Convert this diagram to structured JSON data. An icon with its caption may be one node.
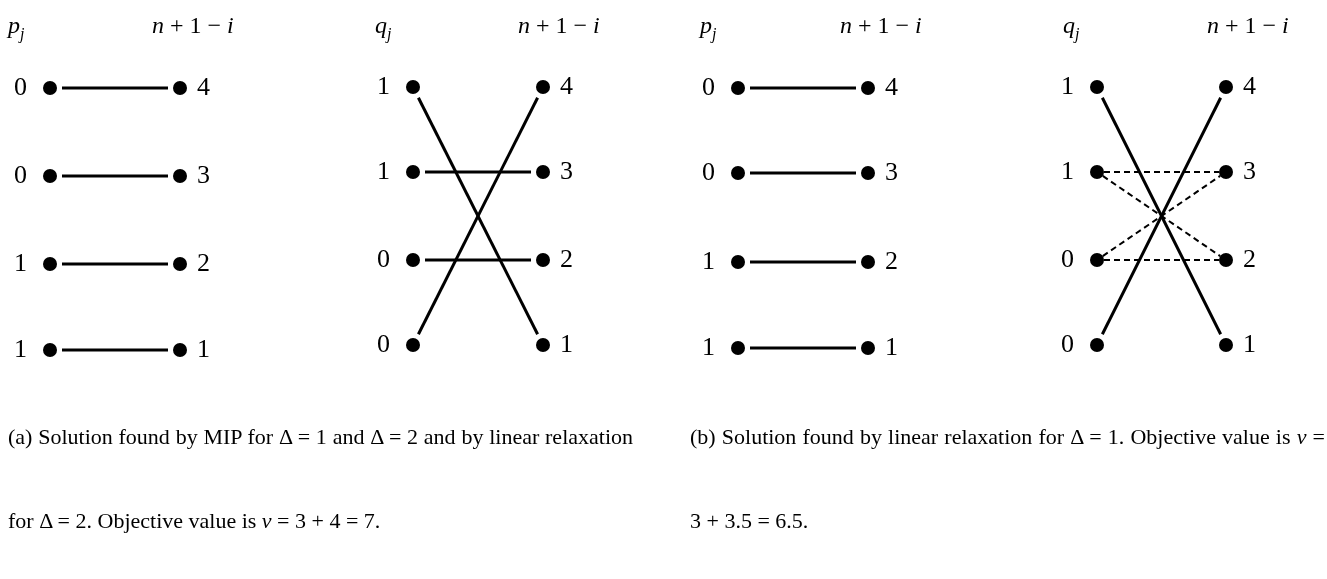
{
  "diagram": {
    "nodes": [
      {
        "text": [],
        "shape": "circle",
        "beside": [
          "0"
        ]
      },
      {
        "text": [],
        "shape": "circle",
        "beside": [
          "0"
        ]
      },
      {
        "text": [],
        "shape": "circle",
        "beside": [
          "1"
        ]
      },
      {
        "text": [],
        "shape": "circle",
        "beside": [
          "1"
        ]
      },
      {
        "text": [],
        "shape": "circle",
        "beside": [
          "4"
        ]
      },
      {
        "text": [],
        "shape": "circle",
        "beside": [
          "3"
        ]
      },
      {
        "text": [],
        "shape": "circle",
        "beside": [
          "2"
        ]
      },
      {
        "text": [],
        "shape": "circle",
        "beside": [
          "1"
        ]
      },
      {
        "text": [],
        "shape": "circle",
        "beside": [
          "1"
        ]
      },
      {
        "text": [],
        "shape": "circle",
        "beside": [
          "1"
        ]
      },
      {
        "text": [],
        "shape": "circle",
        "beside": [
          "0"
        ]
      },
      {
        "text": [],
        "shape": "circle",
        "beside": [
          "0"
        ]
      },
      {
        "text": [],
        "shape": "circle",
        "beside": [
          "4"
        ]
      },
      {
        "text": [],
        "shape": "circle",
        "beside": [
          "3"
        ]
      },
      {
        "text": [],
        "shape": "circle",
        "beside": [
          "2"
        ]
      },
      {
        "text": [],
        "shape": "circle",
        "beside": [
          "1"
        ]
      },
      {
        "text": [],
        "shape": "circle",
        "beside": [
          "0"
        ]
      },
      {
        "text": [],
        "shape": "circle",
        "beside": [
          "0"
        ]
      },
      {
        "text": [],
        "shape": "circle",
        "beside": [
          "1"
        ]
      },
      {
        "text": [],
        "shape": "circle",
        "beside": [
          "1"
        ]
      },
      {
        "text": [],
        "shape": "circle",
        "beside": [
          "4"
        ]
      },
      {
        "text": [],
        "shape": "circle",
        "beside": [
          "3"
        ]
      },
      {
        "text": [],
        "shape": "circle",
        "beside": [
          "2"
        ]
      },
      {
        "text": [],
        "shape": "circle",
        "beside": [
          "1"
        ]
      },
      {
        "text": [],
        "shape": "circle",
        "beside": [
          "1"
        ]
      },
      {
        "text": [],
        "shape": "circle",
        "beside": [
          "1"
        ]
      },
      {
        "text": [],
        "shape": "circle",
        "beside": [
          "0"
        ]
      },
      {
        "text": [],
        "shape": "circle",
        "beside": [
          "0"
        ]
      },
      {
        "text": [],
        "shape": "circle",
        "beside": [
          "4"
        ]
      },
      {
        "text": [],
        "shape": "circle",
        "beside": [
          "3"
        ]
      },
      {
        "text": [],
        "shape": "circle",
        "beside": [
          "2"
        ]
      },
      {
        "text": [],
        "shape": "circle",
        "beside": [
          "1"
        ]
      }
    ],
    "edges": [
      {
        "from": 0,
        "to": 4,
        "arrow": "none"
      },
      {
        "from": 1,
        "to": 5,
        "arrow": "none"
      },
      {
        "from": 2,
        "to": 6,
        "arrow": "none"
      },
      {
        "from": 3,
        "to": 7,
        "arrow": "none"
      },
      {
        "from": 8,
        "to": 15,
        "arrow": "none"
      },
      {
        "from": 9,
        "to": 13,
        "arrow": "none"
      },
      {
        "from": 10,
        "to": 14,
        "arrow": "none"
      },
      {
        "from": 11,
        "to": 12,
        "arrow": "none"
      },
      {
        "from": 16,
        "to": 20,
        "arrow": "none"
      },
      {
        "from": 17,
        "to": 21,
        "arrow": "none"
      },
      {
        "from": 18,
        "to": 22,
        "arrow": "none"
      },
      {
        "from": 19,
        "to": 23,
        "arrow": "none"
      },
      {
        "from": 24,
        "to": 31,
        "arrow": "none"
      },
      {
        "from": 27,
        "to": 28,
        "arrow": "none"
      },
      {
        "from": 25,
        "to": 29,
        "arrow": "none",
        "style": "dashed"
      },
      {
        "from": 25,
        "to": 30,
        "arrow": "none",
        "style": "dashed"
      },
      {
        "from": 26,
        "to": 29,
        "arrow": "none",
        "style": "dashed"
      },
      {
        "from": 26,
        "to": 30,
        "arrow": "none",
        "style": "dashed"
      }
    ],
    "labels": [
      "*p*$_{j}$",
      "*n* + 1 − *i*",
      "*q*$_{j}$",
      "*n* + 1 − *i*",
      "*p*$_{j}$",
      "*n* + 1 − *i*",
      "*q*$_{j}$",
      "*n* + 1 − *i*",
      "(a) Solution found by MIP for Δ = 1 and Δ = 2 and by linear relaxation for Δ = 2. Objective value is *v* = 3 + 4 = 7.",
      "(b) Solution found by linear relaxation for Δ = 1. Objective value is *v* = 3 + 3.5 = 6.5."
    ]
  }
}
